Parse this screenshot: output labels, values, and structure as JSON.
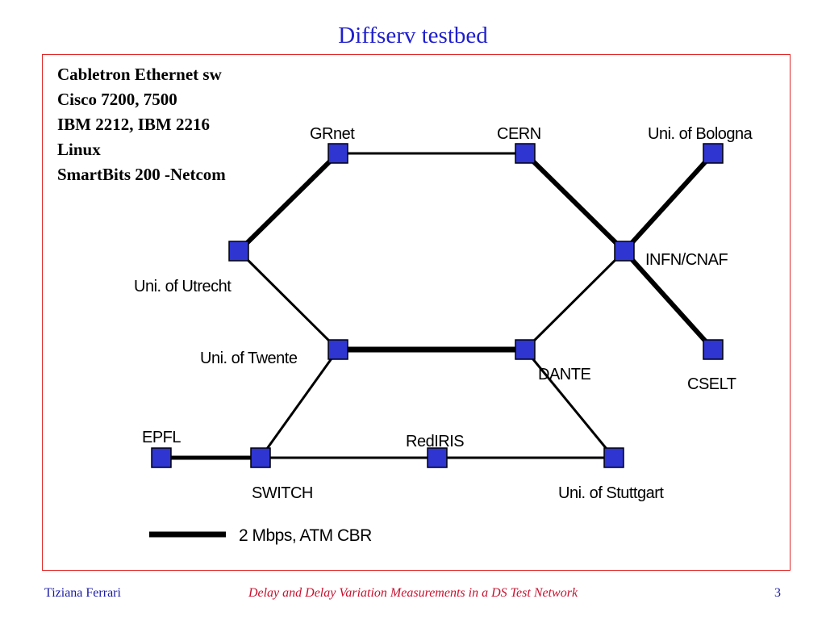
{
  "slide": {
    "title": "Diffserv testbed",
    "equipment": [
      "Cabletron Ethernet sw",
      "Cisco 7200, 7500",
      "IBM 2212, IBM 2216",
      "Linux",
      "SmartBits 200 -Netcom"
    ],
    "legend": "2 Mbps, ATM CBR",
    "nodes": {
      "grnet": "GRnet",
      "cern": "CERN",
      "bologna": "Uni. of Bologna",
      "utrecht": "Uni. of Utrecht",
      "infn": "INFN/CNAF",
      "twente": "Uni. of Twente",
      "dante": "DANTE",
      "cselt": "CSELT",
      "epfl": "EPFL",
      "rediris": "RedIRIS",
      "switch": "SWITCH",
      "stuttgart": "Uni. of Stuttgart"
    },
    "colors": {
      "title": "#1f1fcf",
      "node_fill": "#2f35d0",
      "frame": "#e02828",
      "footer_center": "#c8102e"
    }
  },
  "footer": {
    "author": "Tiziana Ferrari",
    "subtitle": "Delay and Delay Variation Measurements in a DS Test Network",
    "page": "3"
  }
}
